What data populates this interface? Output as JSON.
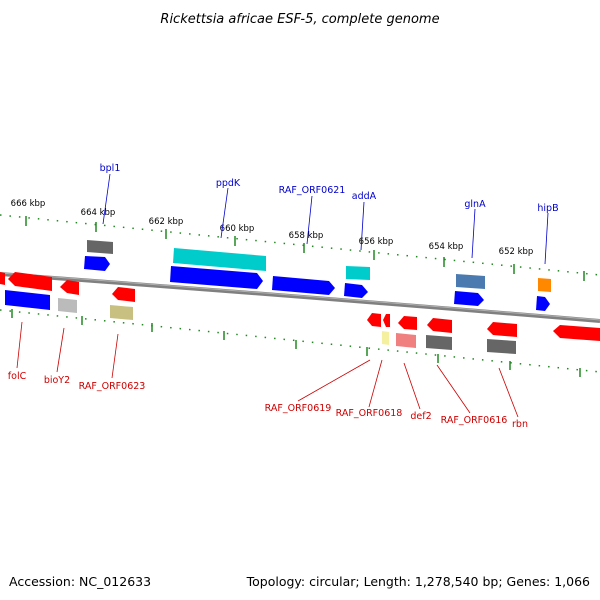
{
  "title": "Rickettsia africae ESF-5, complete genome",
  "footer": {
    "accession": "Accession: NC_012633",
    "summary": "Topology: circular; Length: 1,278,540 bp; Genes: 1,066"
  },
  "scale_labels": [
    "666 kbp",
    "664 kbp",
    "662 kbp",
    "660 kbp",
    "658 kbp",
    "656 kbp",
    "654 kbp",
    "652 kbp"
  ],
  "gene_labels_top": [
    "bpl1",
    "ppdK",
    "RAF_ORF0621",
    "addA",
    "glnA",
    "hipB"
  ],
  "gene_labels_bottom": [
    "folC",
    "bioY2",
    "RAF_ORF0623",
    "RAF_ORF0619",
    "RAF_ORF0618",
    "def2",
    "RAF_ORF0616",
    "rbn"
  ],
  "colors": {
    "backbone": "#808080",
    "top_label": "#0000cc",
    "bottom_label": "#cc0000",
    "tick": "#228822",
    "red": "#ff0000",
    "blue": "#0000ff",
    "cyan": "#00cccc",
    "gray": "#666666",
    "light_gray": "#bbbbbb",
    "olive": "#c8c080",
    "steel_blue": "#4a7ab0",
    "orange": "#ff8800",
    "pale_yellow": "#f5f0a0",
    "pink": "#f08080"
  }
}
